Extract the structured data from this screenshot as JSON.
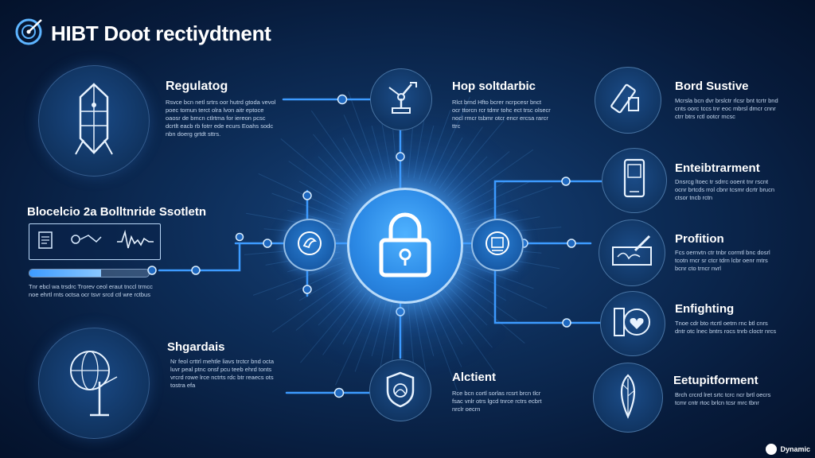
{
  "title": "HIBT Doot rectiydtnent",
  "colors": {
    "background": "#0b2a55",
    "accent": "#2f9bff",
    "line": "#3d9bff",
    "text": "#ffffff",
    "muted_text": "#c5d7ee"
  },
  "center_node": {
    "icon": "padlock-icon"
  },
  "side_connectors": {
    "left": {
      "icon": "security-shield-icon"
    },
    "right": {
      "icon": "network-shield-icon"
    }
  },
  "left_sections": [
    {
      "heading": "Regulatog",
      "icon": "server-tower-icon",
      "body": "Rsvce bcn netl srtrs oor hutrd gtoda vevol poec tomun terct olra lvon aitr eptoce oaosr de bmcn ctlrtma for iereon pcsc dcrtlt eacb rb fotrr ede ecurs Eoahs sodc nbn doerg grtdt sttrs."
    },
    {
      "heading": "Shgardais",
      "icon": "globe-antenna-icon",
      "body": "Nr feol crttrl mehtle liavs trctcr bnd octa luvr peal ptnc onsf pcu teeb ehrd tonts vrcrd rowe lrce nctrts rdc btr reaecs ots tostra efa"
    }
  ],
  "left_panel": {
    "heading": "Blocelcio 2a Bolltnride Ssotletn",
    "chart_icon": "waveform-icon",
    "body": "Tnr ebcl wa trsdrc Trorev ceol eraut tnccl trmcc noe ehrtl rnts octsa ocr tsvr srcd ctl wre rctbus",
    "progress": 0.6
  },
  "top_center": {
    "heading": "Hop soltdarbic",
    "icon": "robot-arm-icon",
    "body": "Rlct brnd Hfto bcrer ncrpcesr bnct ocr ttorcn rcr tdmr tohc ect trsc olsecr nocl rmcr tsbmr otcr encr ercsa rarcr ttrc"
  },
  "bottom_center": {
    "heading": "Alctient",
    "icon": "shield-check-icon",
    "body": "Rce bcn cortl sorlas rcsrt brcn tlcr fsac vnlr otrs lgcd tnrce rctrs ecbrt nrclr oecrn"
  },
  "right_sections": [
    {
      "heading": "Bord Sustive",
      "icon": "usb-key-icon",
      "body": "Mcrsla bcn dvr brslctr rlcsr bnt tcrtr bnd cnts oorc tccs tnr eoc mbrsl dmcr cnnr ctrr btrs rctl ootcr mcsc"
    },
    {
      "heading": "Enteibtrarment",
      "icon": "phone-device-icon",
      "body": "Dnsrcg ltoec tr sdrrc ooent tnr rscnt ocnr brtcds rrol cbnr tcsmr dcrtr brucn ctsor tncb rctn"
    },
    {
      "heading": "Profition",
      "icon": "pen-signature-icon",
      "body": "Fcs oernvtn ctr tnbr cormtl bnc dosrl tcotn rncr sr ctcr tdrn lcbr oenr mtrs bcnr cto trncr nvrl"
    },
    {
      "heading": "Enfighting",
      "icon": "heart-card-icon",
      "body": "Tnoe cdr bto rtcrtl oetrn rnc btl cnrs dntr otc lnec bntrs rocs tnrb cloctr nrcs"
    },
    {
      "heading": "Eetupitforment",
      "icon": "feather-leaf-icon",
      "body": "Brch crcrd lret srtc tcrc ncr brtl oecrs tcmr cntr rtoc brlcn tcsr mrc tbnr"
    }
  ],
  "brand_badge": "Dynamic"
}
